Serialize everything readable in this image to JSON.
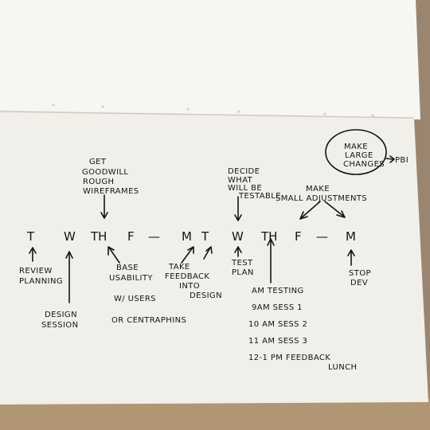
{
  "days": [
    "T",
    "W",
    "TH",
    "F",
    "—",
    "M",
    "T",
    "W",
    "TH",
    "F",
    "—",
    "M"
  ],
  "notes": {
    "get_goodwill": [
      "GET",
      "GOODWILL",
      "ROUGH",
      "WIREFRAMES"
    ],
    "decide_testable": [
      "DECIDE",
      "WHAT",
      "WILL BE",
      "TESTABLE"
    ],
    "make_adjustments": [
      "MAKE",
      "SMALL ADJUSTMENTS"
    ],
    "make_large_changes": [
      "MAKE",
      "LARGE",
      "CHANGES"
    ],
    "pbi": "PBI",
    "review_planning": [
      "REVIEW",
      "PLANNING"
    ],
    "design_session": [
      "DESIGN",
      "SESSION"
    ],
    "base_usability": [
      "BASE",
      "USABILITY",
      "W/ USERS",
      "OR CENTRAPHINS"
    ],
    "take_feedback": [
      "TAKE",
      "FEEDBACK",
      "INTO",
      "DESIGN"
    ],
    "test_plan": [
      "TEST",
      "PLAN"
    ],
    "am_testing": [
      "AM TESTING",
      "9AM  SESS 1",
      "10 AM  SESS 2",
      "11 AM  SESS 3",
      "12-1 PM  FEEDBACK",
      "LUNCH"
    ],
    "stop_dev": [
      "STOP",
      "DEV"
    ]
  },
  "colors": {
    "paper": "#f3f1ec",
    "ink": "#141414",
    "table": "#9a8670"
  }
}
